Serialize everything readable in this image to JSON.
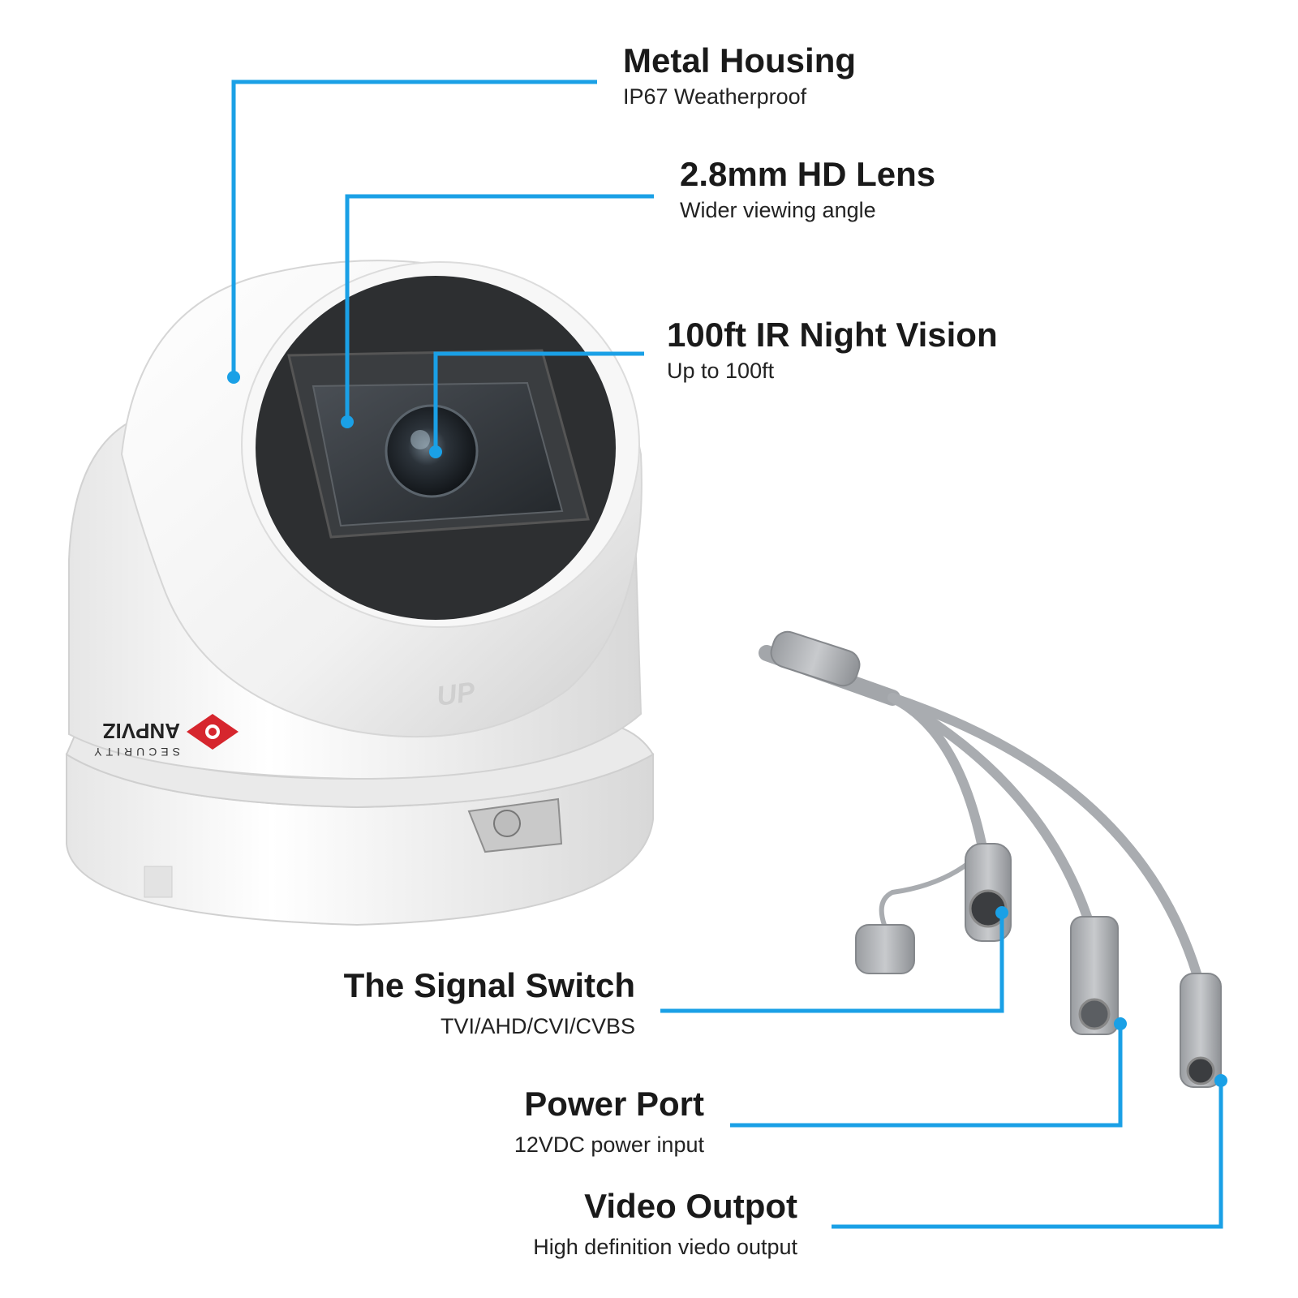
{
  "brand": {
    "name": "ANPVIZ",
    "tagline": "SECURITY",
    "mold_mark": "UP"
  },
  "colors": {
    "callout_line": "#1aa0e6",
    "housing": "#f2f2f2",
    "dome_shadow": "#d9d9d9",
    "lens_ring": "#2b2b2b",
    "cable": "#a9acb0",
    "brand_red": "#d6262e"
  },
  "callouts": {
    "housing": {
      "title": "Metal Housing",
      "subtitle": "IP67 Weatherproof"
    },
    "lens": {
      "title": "2.8mm HD Lens",
      "subtitle": "Wider viewing angle"
    },
    "ir": {
      "title": "100ft IR Night Vision",
      "subtitle": "Up to 100ft"
    },
    "switch": {
      "title": "The Signal Switch",
      "subtitle": "TVI/AHD/CVI/CVBS"
    },
    "power": {
      "title": "Power Port",
      "subtitle": "12VDC power input"
    },
    "video": {
      "title": "Video Outpot",
      "subtitle": "High definition viedo output"
    }
  }
}
